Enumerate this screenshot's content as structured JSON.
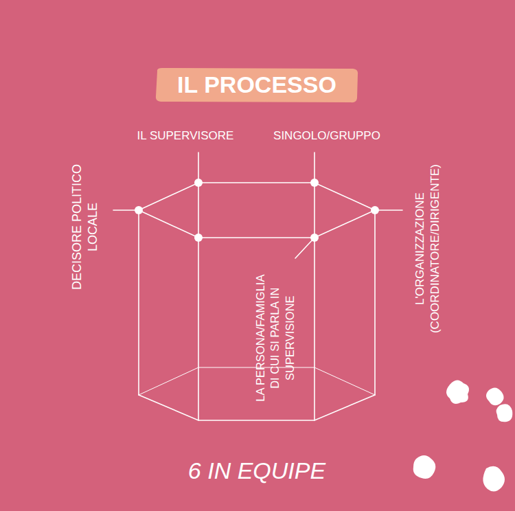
{
  "diagram": {
    "title": "IL PROCESSO",
    "caption": "6 IN EQUIPE",
    "labels": [
      "IL SUPERVISORE",
      "SINGOLO/GRUPPO",
      "DECISORE POLITICO LOCALE",
      "L'ORGANIZZAZIONE (COORDINATORE/DIRIGENTE)",
      "LA PERSONA/FAMIGLIA DI CUI SI PARLA IN SUPERVISIONE"
    ]
  }
}
